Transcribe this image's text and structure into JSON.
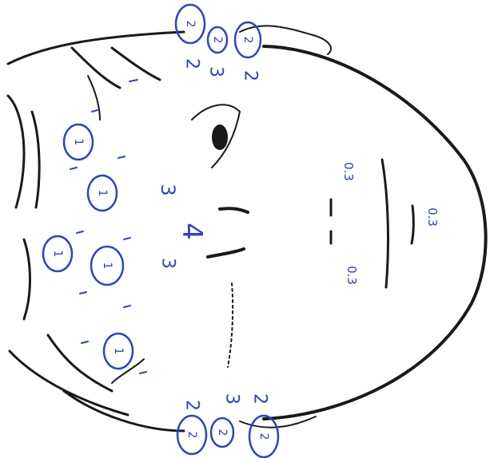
{
  "diagram": {
    "colors": {
      "ink": "#1a1a1a",
      "annotation": "#2b43c9",
      "background": "#ffffff"
    },
    "circled_marks": [
      {
        "id": "a",
        "label": "1"
      },
      {
        "id": "b",
        "label": "1"
      },
      {
        "id": "c",
        "label": "1"
      },
      {
        "id": "d",
        "label": "1"
      },
      {
        "id": "e",
        "label": "1"
      },
      {
        "id": "f",
        "label": "2"
      },
      {
        "id": "g",
        "label": "2"
      },
      {
        "id": "h",
        "label": "2"
      },
      {
        "id": "i",
        "label": "2"
      },
      {
        "id": "j",
        "label": "2"
      },
      {
        "id": "k",
        "label": "2"
      }
    ],
    "notes": [
      {
        "id": "n1",
        "text": "2"
      },
      {
        "id": "n2",
        "text": "3"
      },
      {
        "id": "n3",
        "text": "2"
      },
      {
        "id": "n4",
        "text": "3"
      },
      {
        "id": "n5",
        "text": "4"
      },
      {
        "id": "n6",
        "text": "3"
      },
      {
        "id": "n7",
        "text": "2"
      },
      {
        "id": "n8",
        "text": "3"
      },
      {
        "id": "n9",
        "text": "2"
      },
      {
        "id": "n10",
        "text": "0.3"
      },
      {
        "id": "n11",
        "text": "0.3"
      },
      {
        "id": "n12",
        "text": "0.3"
      }
    ]
  }
}
